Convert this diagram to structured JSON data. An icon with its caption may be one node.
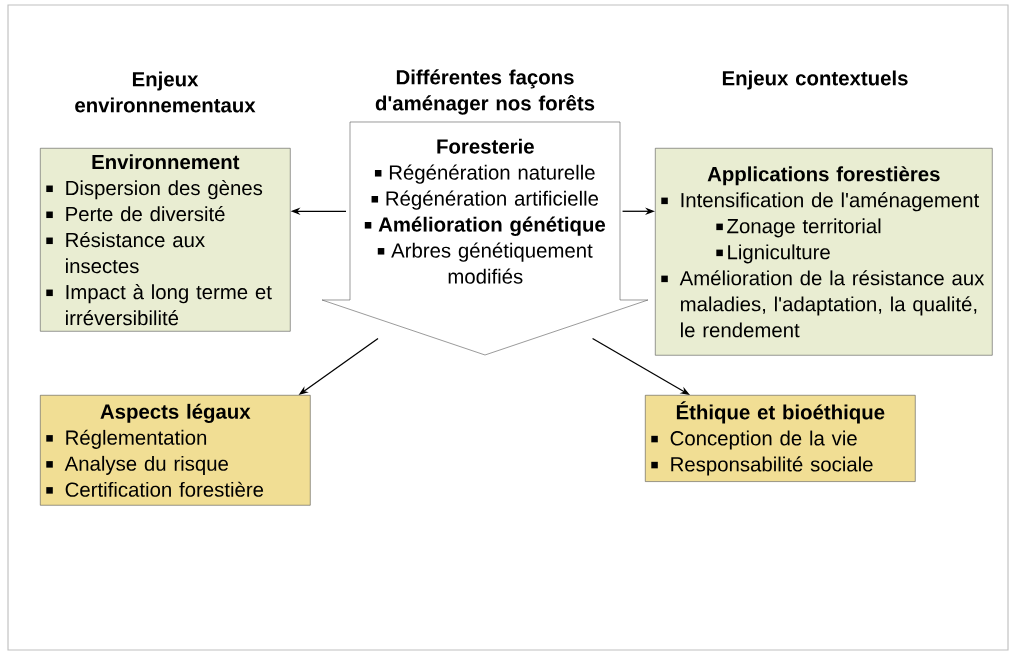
{
  "diagram": {
    "nodes": [
      {
        "text": [
          "Environnement",
          "Dispersion des gènes",
          "Perte de diversité",
          "Résistance aux insectes",
          "Impact à long terme et irréversibilité"
        ]
      },
      {
        "text": [
          "Foresterie",
          "Régénération naturelle",
          "Régénération artificielle",
          "Amélioration génétique",
          "Arbres génétiquement modifiés"
        ]
      },
      {
        "text": [
          "Applications forestières",
          "Intensification de l'aménagement",
          "Zonage territorial",
          "Ligniculture",
          "Amélioration de la résistance aux maladies, l'adaptation, la qualité, le rendement"
        ]
      },
      {
        "text": [
          "Aspects légaux",
          "Réglementation",
          "Analyse du risque",
          "Certification forestière"
        ]
      },
      {
        "text": [
          "Éthique et bioéthique",
          "Conception de la vie",
          "Responsabilité sociale"
        ]
      }
    ],
    "edges": [
      {
        "from": 1,
        "to": 0,
        "arrow": "to"
      },
      {
        "from": 1,
        "to": 2,
        "arrow": "to"
      },
      {
        "from": 1,
        "to": 3,
        "arrow": "to"
      },
      {
        "from": 1,
        "to": 4,
        "arrow": "to"
      }
    ],
    "labels": [
      "Enjeux environnementaux",
      "Différentes façons d'aménager nos forêts",
      "Enjeux contextuels"
    ]
  }
}
